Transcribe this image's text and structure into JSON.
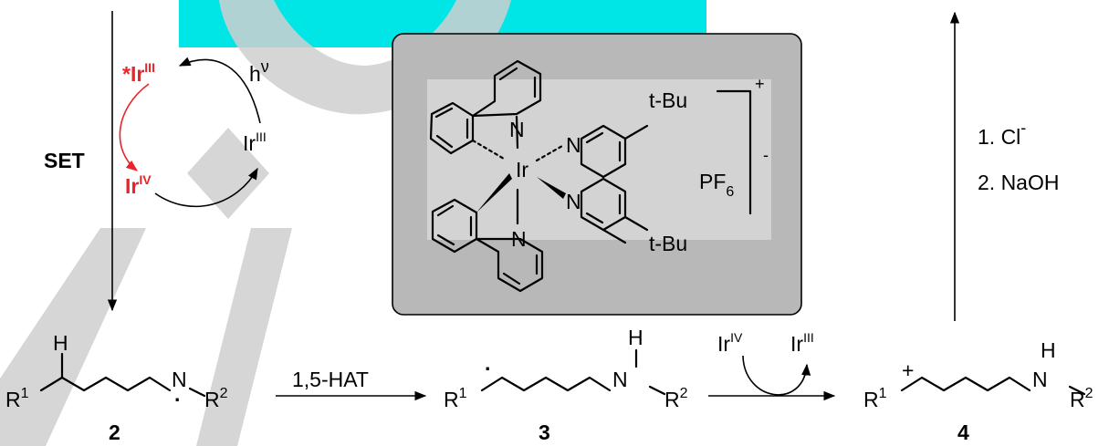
{
  "colors": {
    "banner": "#00e5e5",
    "red": "#e8262a",
    "panel": "#b8b8b8",
    "watermark": "#cfcfcf"
  },
  "catalytic_cycle": {
    "label_set": "SET",
    "excited_ir_star": "*Ir",
    "excited_ir_ox": "III",
    "light_h": "h",
    "light_nu": "ν",
    "ir_ground": "Ir",
    "ir_ground_ox": "III",
    "ir_iv": "Ir",
    "ir_iv_ox": "IV"
  },
  "complex": {
    "atom_n": "N",
    "metal": "Ir",
    "tbu_top": "t-Bu",
    "tbu_bottom": "t-Bu",
    "charge": "+",
    "counterion": "PF",
    "counterion_sub": "6",
    "counterion_charge": "-"
  },
  "conditions": {
    "step1": "1. Cl",
    "step1_charge": "-",
    "step2": "2. NaOH"
  },
  "compound2": {
    "h": "H",
    "r1": "R",
    "r1_sup": "1",
    "n": "N",
    "dot": "·",
    "r2": "R",
    "r2_sup": "2",
    "number": "2"
  },
  "hat": {
    "label": "1,5-HAT"
  },
  "compound3": {
    "h": "H",
    "r1": "R",
    "r1_sup": "1",
    "dot": "·",
    "n": "N",
    "r2": "R",
    "r2_sup": "2",
    "number": "3"
  },
  "oxidation": {
    "ir_in": "Ir",
    "ir_in_ox": "IV",
    "ir_out": "Ir",
    "ir_out_ox": "III"
  },
  "compound4": {
    "plus": "+",
    "h": "H",
    "r1": "R",
    "r1_sup": "1",
    "n": "N",
    "r2": "R",
    "r2_sup": "2",
    "number": "4"
  }
}
